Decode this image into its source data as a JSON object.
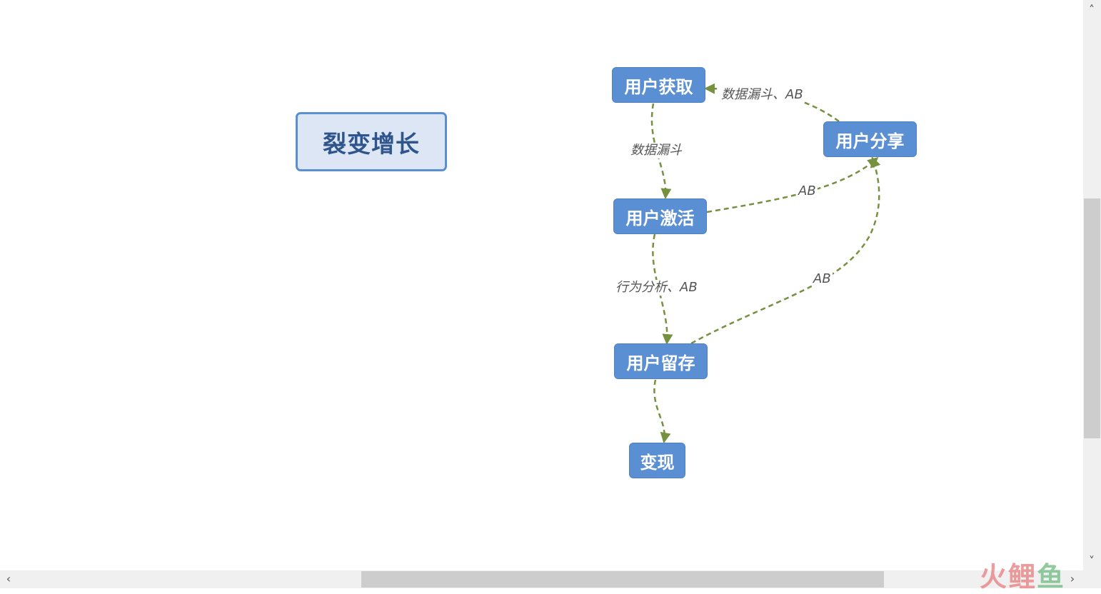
{
  "diagram": {
    "title": "裂变增长",
    "nodes": {
      "acquire": "用户获取",
      "activate": "用户激活",
      "retain": "用户留存",
      "monetize": "变现",
      "share": "用户分享"
    },
    "edge_labels": {
      "acquire_activate": "数据漏斗",
      "activate_retain": "行为分析、AB",
      "activate_share": "AB",
      "retain_share": "AB",
      "share_acquire": "数据漏斗、AB"
    },
    "edge_color": "#75903f",
    "node_color": "#5b8fd3"
  },
  "scrollbar": {
    "up": "˄",
    "down": "˅",
    "left": "‹",
    "right": "›"
  },
  "watermark": {
    "part1": "火鲤",
    "part2": "鱼"
  }
}
